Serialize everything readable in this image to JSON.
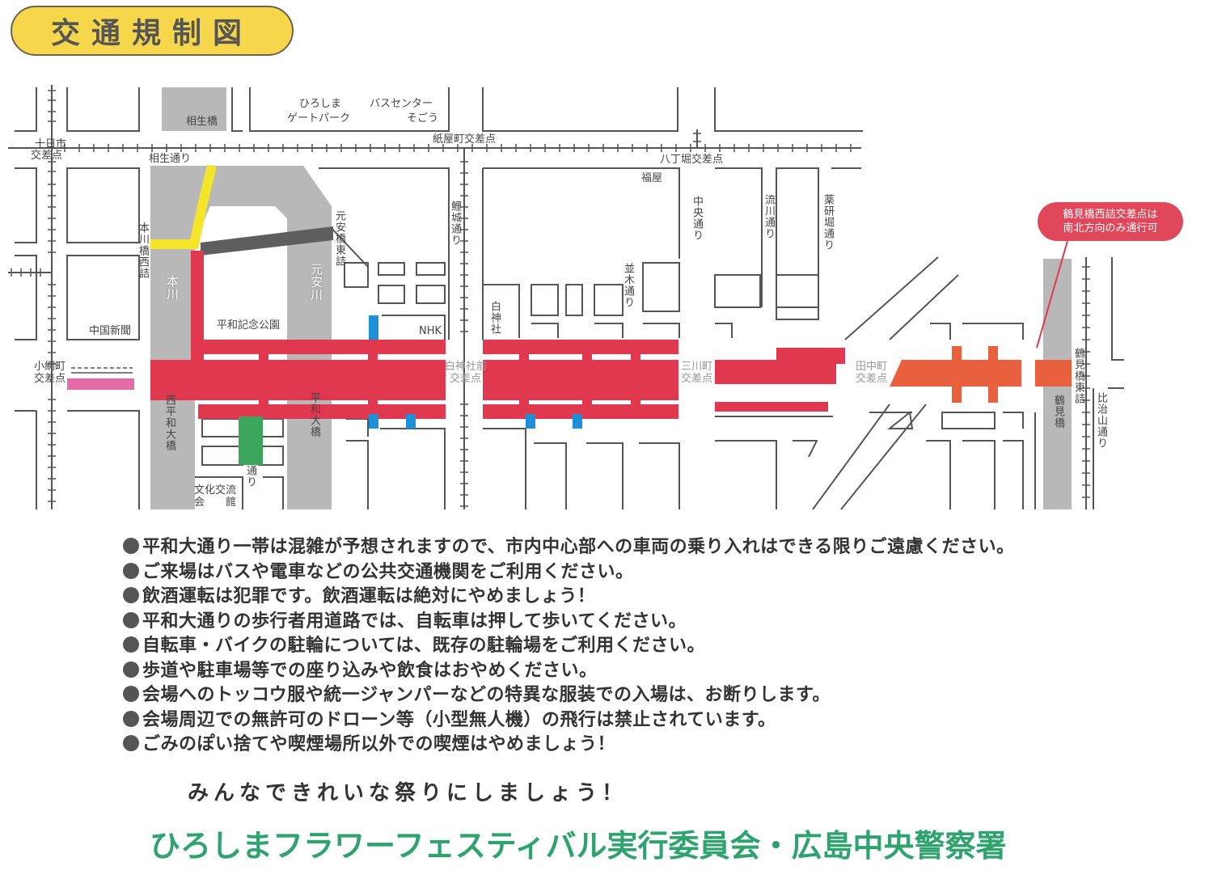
{
  "header": {
    "title": "交通規制図"
  },
  "map": {
    "landmarks": {
      "aioi_bridge": "相生橋",
      "hiroshima_gatepark_1": "ひろしま",
      "hiroshima_gatepark_2": "ゲートパーク",
      "bus_center_1": "バスセンター",
      "bus_center_2": "そごう",
      "fukuya": "福屋",
      "chugoku_shimbun": "中国新聞",
      "peace_park": "平和記念公園",
      "nhk": "NHK",
      "shirakami_shrine": "白神社",
      "bunka_koryukan_1": "文化交流",
      "bunka_koryukan_2": "会　　館"
    },
    "rivers": {
      "honkawa": "本川",
      "motoyasu": "元安川"
    },
    "bridges": {
      "nishiheiwa_ohashi": "西平和大橋",
      "heiwa_ohashi": "平和大橋",
      "tsurumi_bridge": "鶴見橋"
    },
    "intersections": {
      "tokaichi_1": "十日市",
      "tokaichi_2": "交差点",
      "kamiyacho": "紙屋町交差点",
      "hatchobori": "八丁堀交差点",
      "koamicho_1": "小網町",
      "koamicho_2": "交差点",
      "shirakami_mae_1": "白神社前",
      "shirakami_mae_2": "交差点",
      "mikawacho_1": "三川町",
      "mikawacho_2": "交差点",
      "tanakacho_1": "田中町",
      "tanakacho_2": "交差点",
      "honkawabashi_nishizume": "本川橋西詰",
      "motoyasubashi_higashizume": "元安橋東詰",
      "tsurumibashi_higashizume": "鶴見橋東詰"
    },
    "streets": {
      "aioi_dori": "相生通り",
      "rijo_dori": "鯉城通り",
      "chuo_dori": "中央通り",
      "nagarekawa_dori": "流川通り",
      "yagenbori_dori": "薬研堀通り",
      "namiki_dori": "並木通り",
      "hijiyama_dori": "比治山通り",
      "south_street": "通り"
    },
    "callout": {
      "line1": "鶴見橋西詰交差点は",
      "line2": "南北方向のみ通行可"
    },
    "colors": {
      "closure_red": "#e0394f",
      "closure_orange": "#e8603e",
      "yellow_route": "#f5e52a",
      "dark_road": "#5a5a5a",
      "river_gray": "#b5b5b5",
      "blue_marker": "#1e90d8",
      "green_area": "#3ba55c",
      "pink_lane": "#e46aa8"
    }
  },
  "notices": [
    "平和大通り一帯は混雑が予想されますので、市内中心部への車両の乗り入れはできる限りご遠慮ください。",
    "ご来場はバスや電車などの公共交通機関をご利用ください。",
    "飲酒運転は犯罪です。飲酒運転は絶対にやめましょう！",
    "平和大通りの歩行者用道路では、自転車は押して歩いてください。",
    "自転車・バイクの駐輪については、既存の駐輪場をご利用ください。",
    "歩道や駐車場等での座り込みや飲食はおやめください。",
    "会場へのトッコウ服や統一ジャンパーなどの特異な服装での入場は、お断りします。",
    "会場周辺での無許可のドローン等（小型無人機）の飛行は禁止されています。",
    "ごみのぽい捨てや喫煙場所以外での喫煙はやめましょう！"
  ],
  "slogan": "みんなできれいな祭りにしましょう！",
  "footer": "ひろしまフラワーフェスティバル実行委員会・広島中央警察署"
}
